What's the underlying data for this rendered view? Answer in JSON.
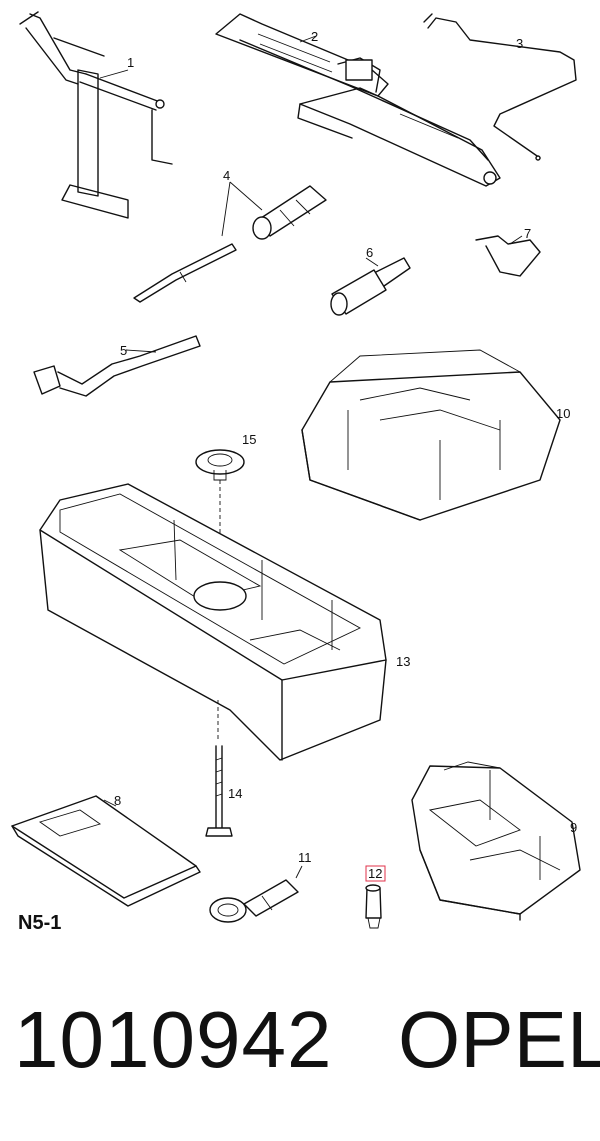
{
  "labels": {
    "p1": "1",
    "p2": "2",
    "p3": "3",
    "p4": "4",
    "p5": "5",
    "p6": "6",
    "p7": "7",
    "p8": "8",
    "p9": "9",
    "p10": "10",
    "p11": "11",
    "p12": "12",
    "p13": "13",
    "p14": "14",
    "p15": "15"
  },
  "diagram_code": "N5-1",
  "part_number": "1010942",
  "brand": "OPEL",
  "colors": {
    "line": "#111111",
    "highlight": "#e0304a",
    "background": "#ffffff"
  }
}
